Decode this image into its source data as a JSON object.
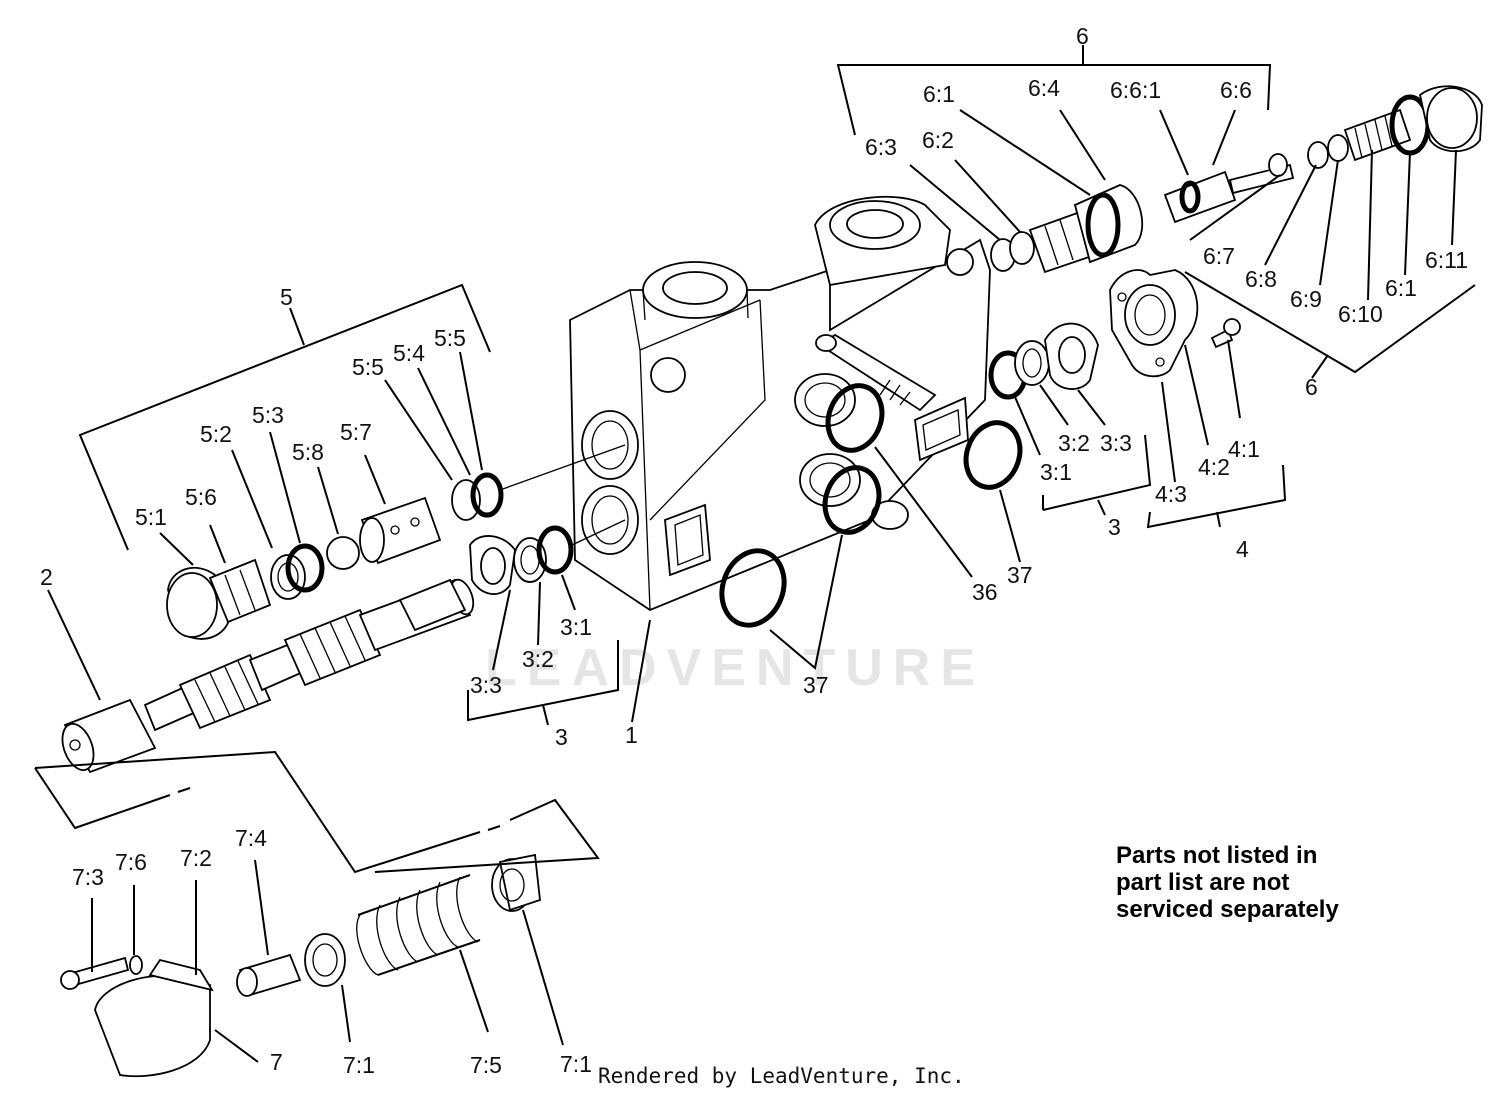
{
  "labels": {
    "l6top": "6",
    "l6_1": "6:1",
    "l6_4": "6:4",
    "l6_6_1": "6:6:1",
    "l6_6": "6:6",
    "l6_3": "6:3",
    "l6_2": "6:2",
    "l6_7": "6:7",
    "l6_8": "6:8",
    "l6_9": "6:9",
    "l6_10": "6:10",
    "l6_1b": "6:1",
    "l6_11": "6:11",
    "l6bot": "6",
    "l5": "5",
    "l5_5a": "5:5",
    "l5_4": "5:4",
    "l5_5b": "5:5",
    "l5_3": "5:3",
    "l5_2": "5:2",
    "l5_8": "5:8",
    "l5_7": "5:7",
    "l5_6": "5:6",
    "l5_1": "5:1",
    "l2": "2",
    "l3_1a": "3:1",
    "l3_2a": "3:2",
    "l3_3a": "3:3",
    "l3a": "3",
    "l1": "1",
    "l37a": "37",
    "l36": "36",
    "l37b": "37",
    "l3_2b": "3:2",
    "l3_3b": "3:3",
    "l3_1b": "3:1",
    "l3b": "3",
    "l4_3": "4:3",
    "l4_2": "4:2",
    "l4_1": "4:1",
    "l4": "4",
    "l7_3": "7:3",
    "l7_6": "7:6",
    "l7_2": "7:2",
    "l7_4": "7:4",
    "l7": "7",
    "l7_1a": "7:1",
    "l7_5": "7:5",
    "l7_1b": "7:1"
  },
  "note": {
    "line1": "Parts not listed in",
    "line2": "part list are not",
    "line3": "serviced separately"
  },
  "credit": "Rendered by LeadVenture, Inc.",
  "watermark": "LEADVENTURE"
}
